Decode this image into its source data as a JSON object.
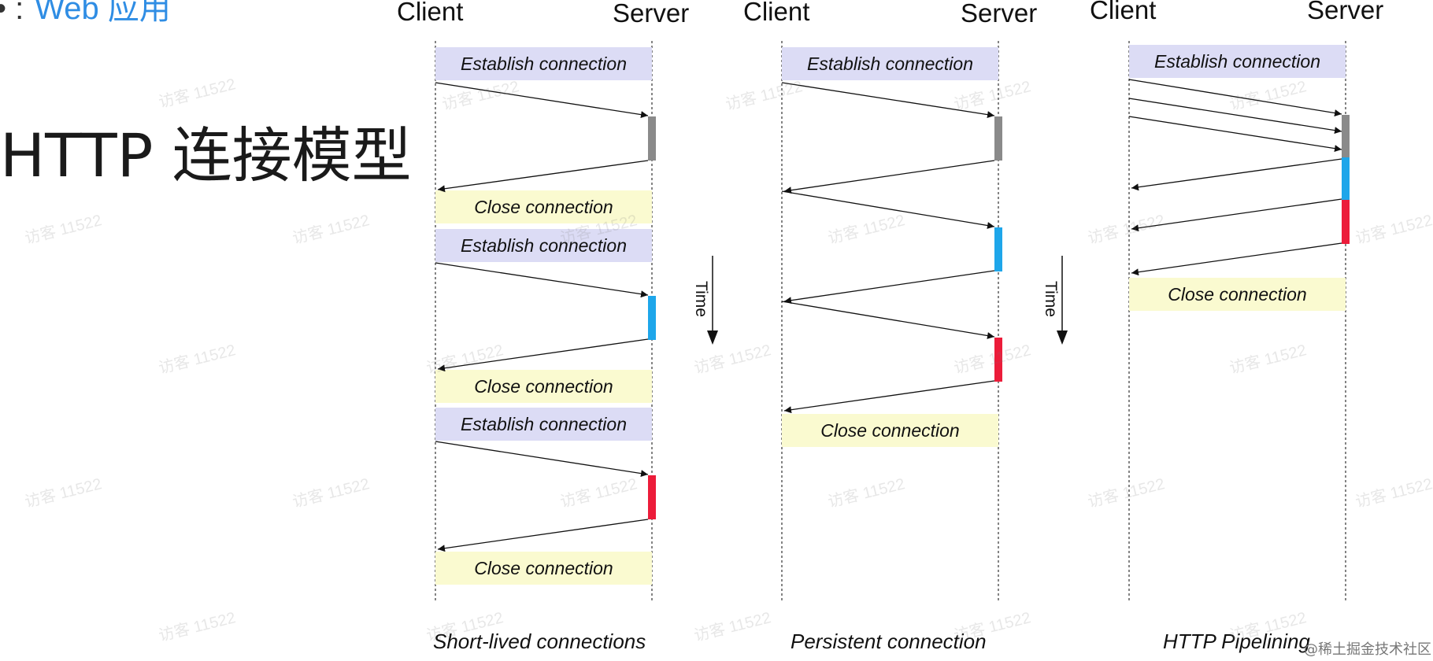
{
  "page": {
    "section_header": "Web 应用",
    "title": "HTTP  连接模型",
    "footer_credit": "@稀土掘金技术社区",
    "watermark_text": "访客 11522"
  },
  "diagrams": [
    {
      "client_label": "Client",
      "server_label": "Server",
      "caption": "Short-lived connections",
      "establish_label": "Establish connection",
      "close_label": "Close connection"
    },
    {
      "client_label": "Client",
      "server_label": "Server",
      "caption": "Persistent connection",
      "establish_label": "Establish connection",
      "close_label": "Close connection"
    },
    {
      "client_label": "Client",
      "server_label": "Server",
      "caption": "HTTP Pipelining",
      "establish_label": "Establish connection",
      "close_label": "Close connection"
    }
  ],
  "time_label": "Time",
  "colors": {
    "establish_bg": "#dcdcf5",
    "close_bg": "#fafad0",
    "request_gray": "#8a8a8a",
    "request_blue": "#1ea6ea",
    "request_red": "#ec1c3a",
    "header_accent": "#2f8de4"
  }
}
